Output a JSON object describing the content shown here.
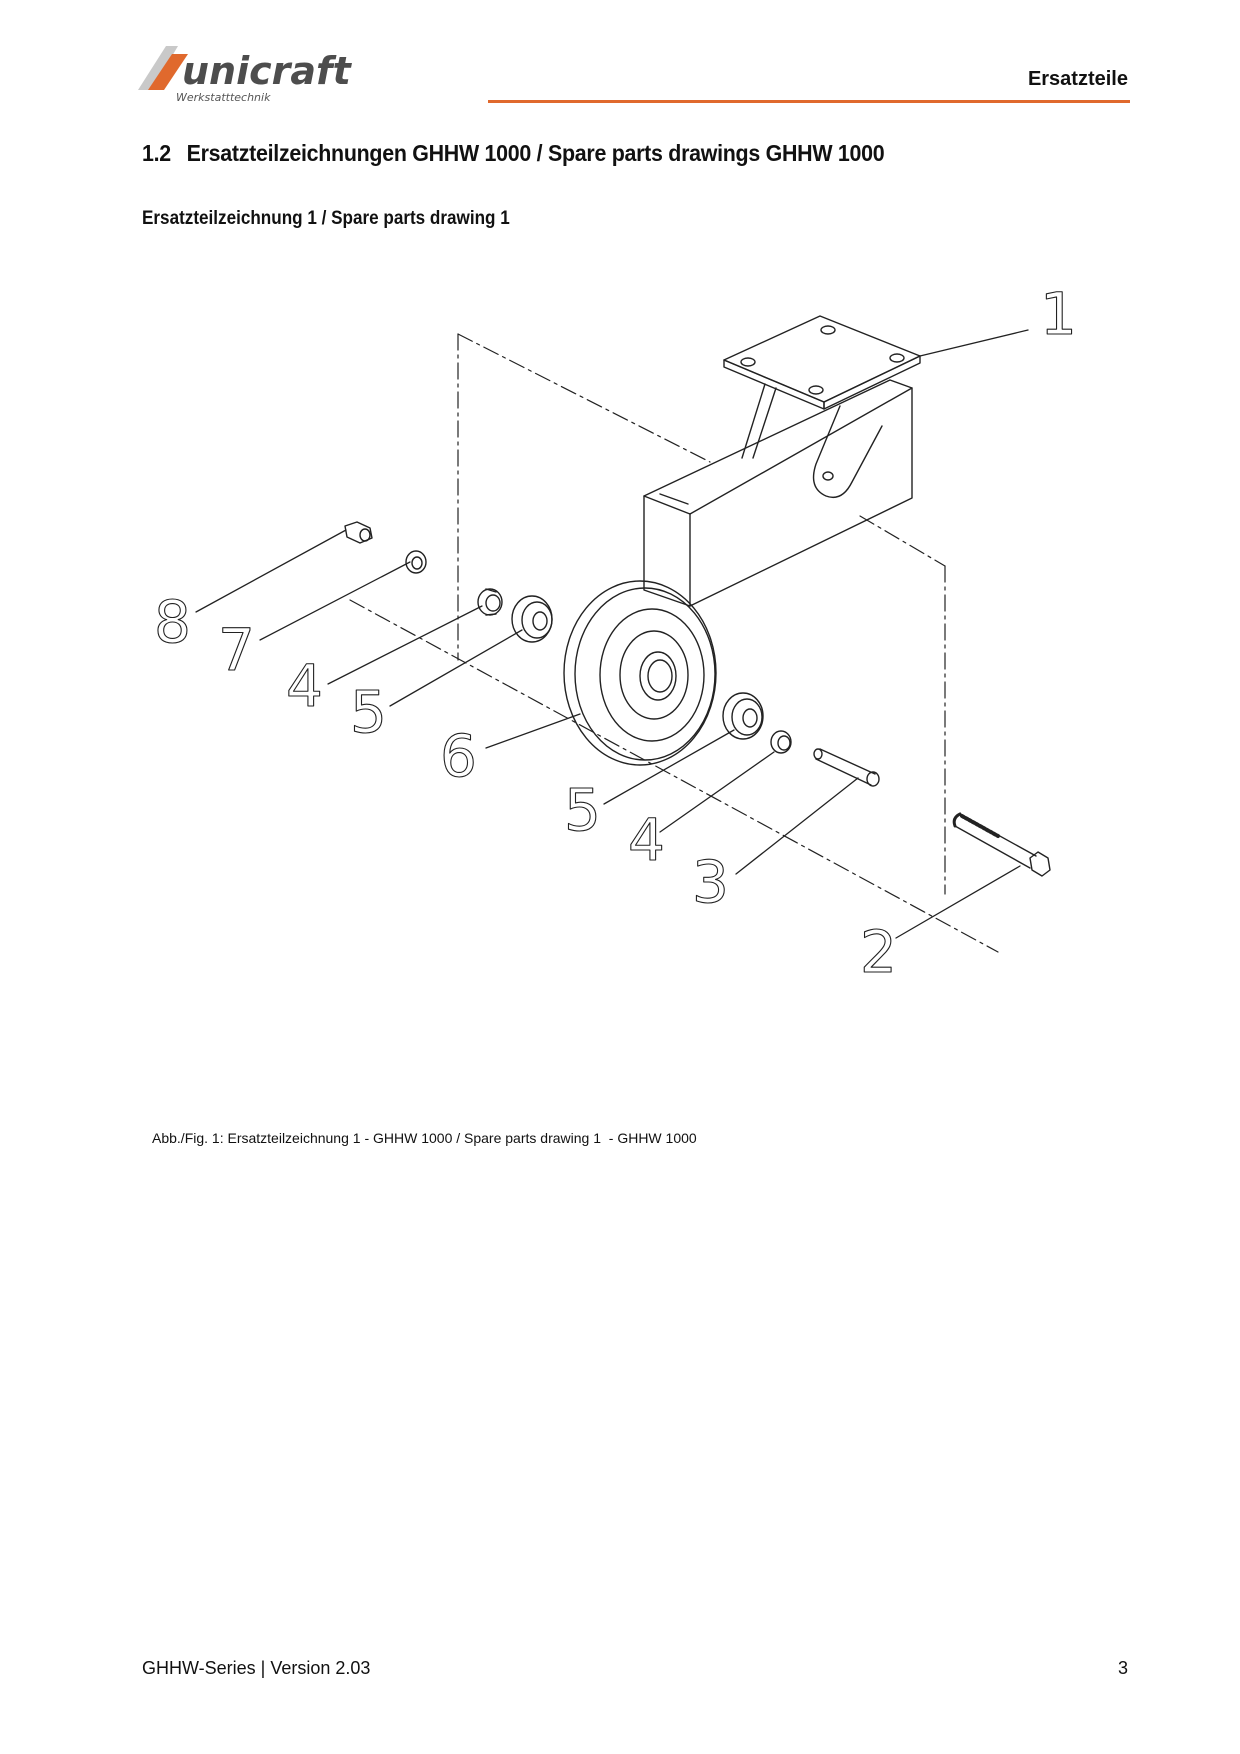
{
  "header": {
    "brand_name": "unicraft",
    "brand_tagline": "Werkstatttechnik",
    "section_label": "Ersatzteile",
    "accent_color": "#e0692d"
  },
  "section": {
    "number": "1.2",
    "title": "Ersatzteilzeichnungen GHHW 1000 / Spare parts drawings GHHW 1000"
  },
  "subsection": {
    "title": "Ersatzteilzeichnung 1 / Spare parts drawing 1"
  },
  "drawing": {
    "callouts": [
      "1",
      "8",
      "7",
      "4",
      "5",
      "6",
      "5",
      "4",
      "3",
      "2"
    ]
  },
  "caption": "Abb./Fig. 1: Ersatzteilzeichnung 1 - GHHW 1000 / Spare parts drawing 1  - GHHW 1000",
  "footer": {
    "document": "GHHW-Series | Version 2.03",
    "page_number": "3"
  }
}
